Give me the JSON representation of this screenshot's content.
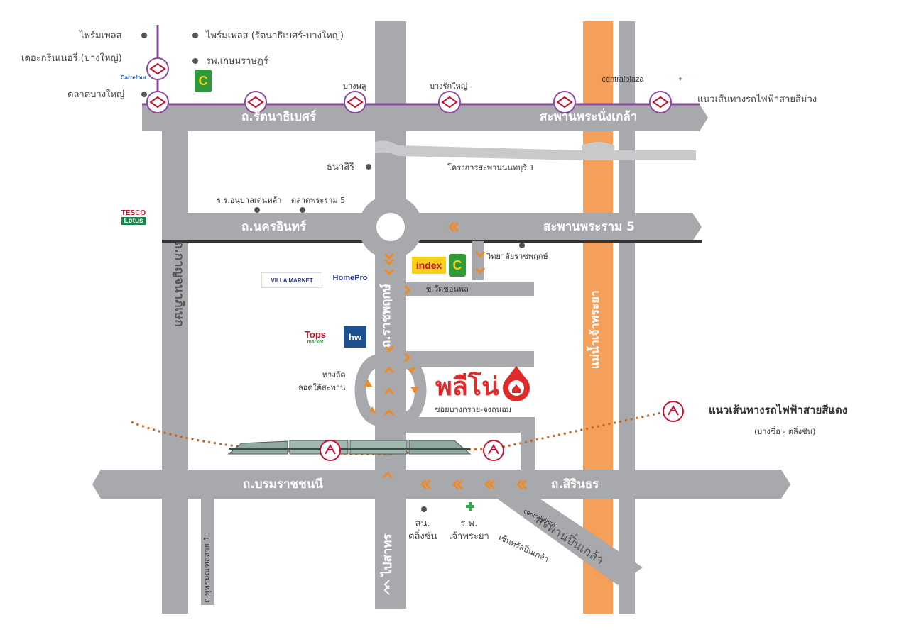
{
  "rail_lines": {
    "purple_line": "แนวเส้นทางรถไฟฟ้าสายสีม่วง",
    "red_line": "แนวเส้นทางรถไฟฟ้าสายสีแดง",
    "red_line_sub": "(บางซื่อ - ตลิ่งชัน)",
    "purple_color": "#8b4aa0",
    "red_color": "#c9621e"
  },
  "roads": {
    "rattanathibet": "ถ.รัตนาธิเบศร์",
    "phra_nang_klao_bridge": "สะพานพระนั่งเกล้า",
    "nakhon_in": "ถ.นครอินทร์",
    "rama5_bridge": "สะพานพระราม 5",
    "ratchaphruek": "ถ.ราชพฤกษ์",
    "kanchanaphisek": "ถ.กาญจนาภิเษก",
    "borommaratchachonnani": "ถ.บรมราชชนนี",
    "sirindhorn": "ถ.สิรินธร",
    "pinklao_bridge": "สะพานปิ่นเกล้า",
    "phai_sathan": "ไปสาทร",
    "phutthamonthon_sai1": "ถ.พุทธมณฑลสาย 1",
    "chaophraya_river": "แม่น้ำเจ้าพระยา",
    "soi_wat_chong_lom": "ซ.วัดชอนพล",
    "soi_bang_kruai_jongthanom": "ซอยบางกรวย-จงถนอม",
    "shortcut": "ทางลัด\nลอดใต้สะพาน"
  },
  "stations": {
    "bang_phlu": "บางพลู",
    "bang_rak_yai": "บางรักใหญ่"
  },
  "places": {
    "bang_yai_market": "ตลาดบางใหญ่",
    "the_greenery": "เดอะกรีนเนอรี่ (บางใหญ่)",
    "pricemall_left": "ไพร์มเพลส",
    "pricemall_right": "ไพร์มเพลส (รัตนาธิเบศร์-บางใหญ่)",
    "kasemrad_hospital": "รพ.เกษมราษฎร์",
    "thanasiri": "ธนาสิริ",
    "nonthaburi_bridge_project": "โครงการสะพานนนทบุรี 1",
    "anuban_school": "ร.ร.อนุบาลเด่นหล้า",
    "phra_ram5_market": "ตลาดพระราม 5",
    "ratchaphruek_college": "วิทยาลัยราชพฤกษ์",
    "taling_chan_district": "สน.\nตลิ่งชัน",
    "chaophraya_hospital": "ร.พ.\nเจ้าพระยา",
    "central_pinklao": "เซ็นทรัลปิ่นเกล้า"
  },
  "project": {
    "name": "พลีโน่",
    "color": "#e02a2a"
  },
  "logos": {
    "carrefour": "Carrefour",
    "tesco_top": "TESCO",
    "tesco_bottom": "Lotus",
    "index": "index",
    "villa": "VILLA MARKET",
    "homepro": "HomePro",
    "tops": "Tops",
    "tops_sub": "market",
    "homeworks": "hw",
    "central_plaza": "centralplaza",
    "central_plaza_small": "centralplaza"
  },
  "colors": {
    "road": "#a7a9ac",
    "river": "#f5a05a",
    "arrow": "#f08a25"
  }
}
